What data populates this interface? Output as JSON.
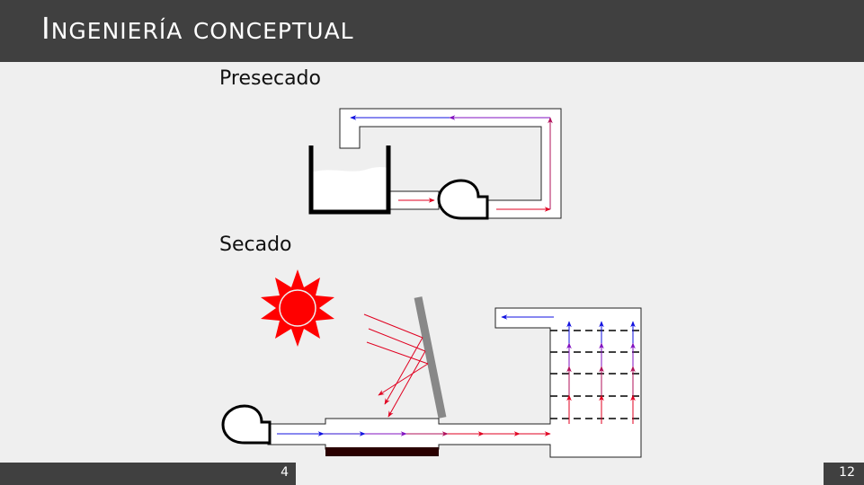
{
  "slide": {
    "title": "Ingeniería conceptual",
    "section_number": "4",
    "page_number": "12"
  },
  "sections": {
    "presecado": "Presecado",
    "secado": "Secado"
  },
  "colors": {
    "header": "#404040",
    "background": "#efefef",
    "sun": "#ff0000",
    "hot_air": "#e00020",
    "cold_air": "#1010e0",
    "mid_air": "#8010c0",
    "reflector": "#888888",
    "absorber": "#2a0000"
  },
  "icons": [
    "sun-icon",
    "fan-icon",
    "tank-icon",
    "solar-reflector-icon"
  ]
}
